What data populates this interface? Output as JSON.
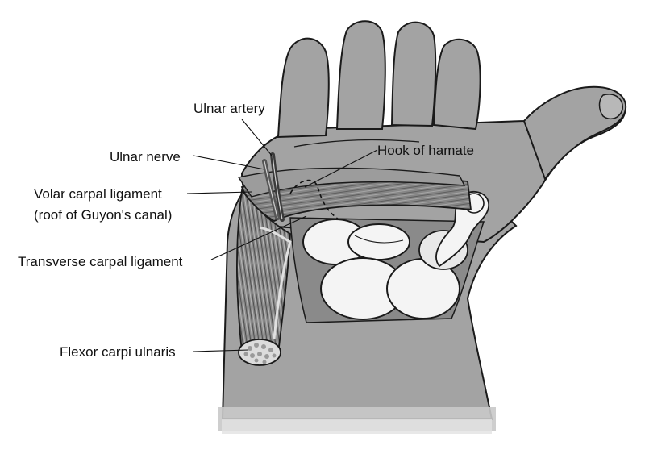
{
  "labels": {
    "ulnar_artery": "Ulnar artery",
    "ulnar_nerve": "Ulnar nerve",
    "hook_of_hamate": "Hook of hamate",
    "volar_carpal_ligament": "Volar carpal ligament",
    "volar_carpal_ligament_note": "(roof of Guyon's canal)",
    "transverse_carpal_ligament": "Transverse carpal ligament",
    "flexor_carpi_ulnaris": "Flexor carpi ulnaris"
  },
  "colors": {
    "skin": "#a3a3a3",
    "skin_shadow": "#8f8f8f",
    "bone": "#f4f4f4",
    "ligament": "#7a7a7a",
    "vessel": "#3a3a3a",
    "outline": "#1a1a1a",
    "background": "#ffffff"
  }
}
